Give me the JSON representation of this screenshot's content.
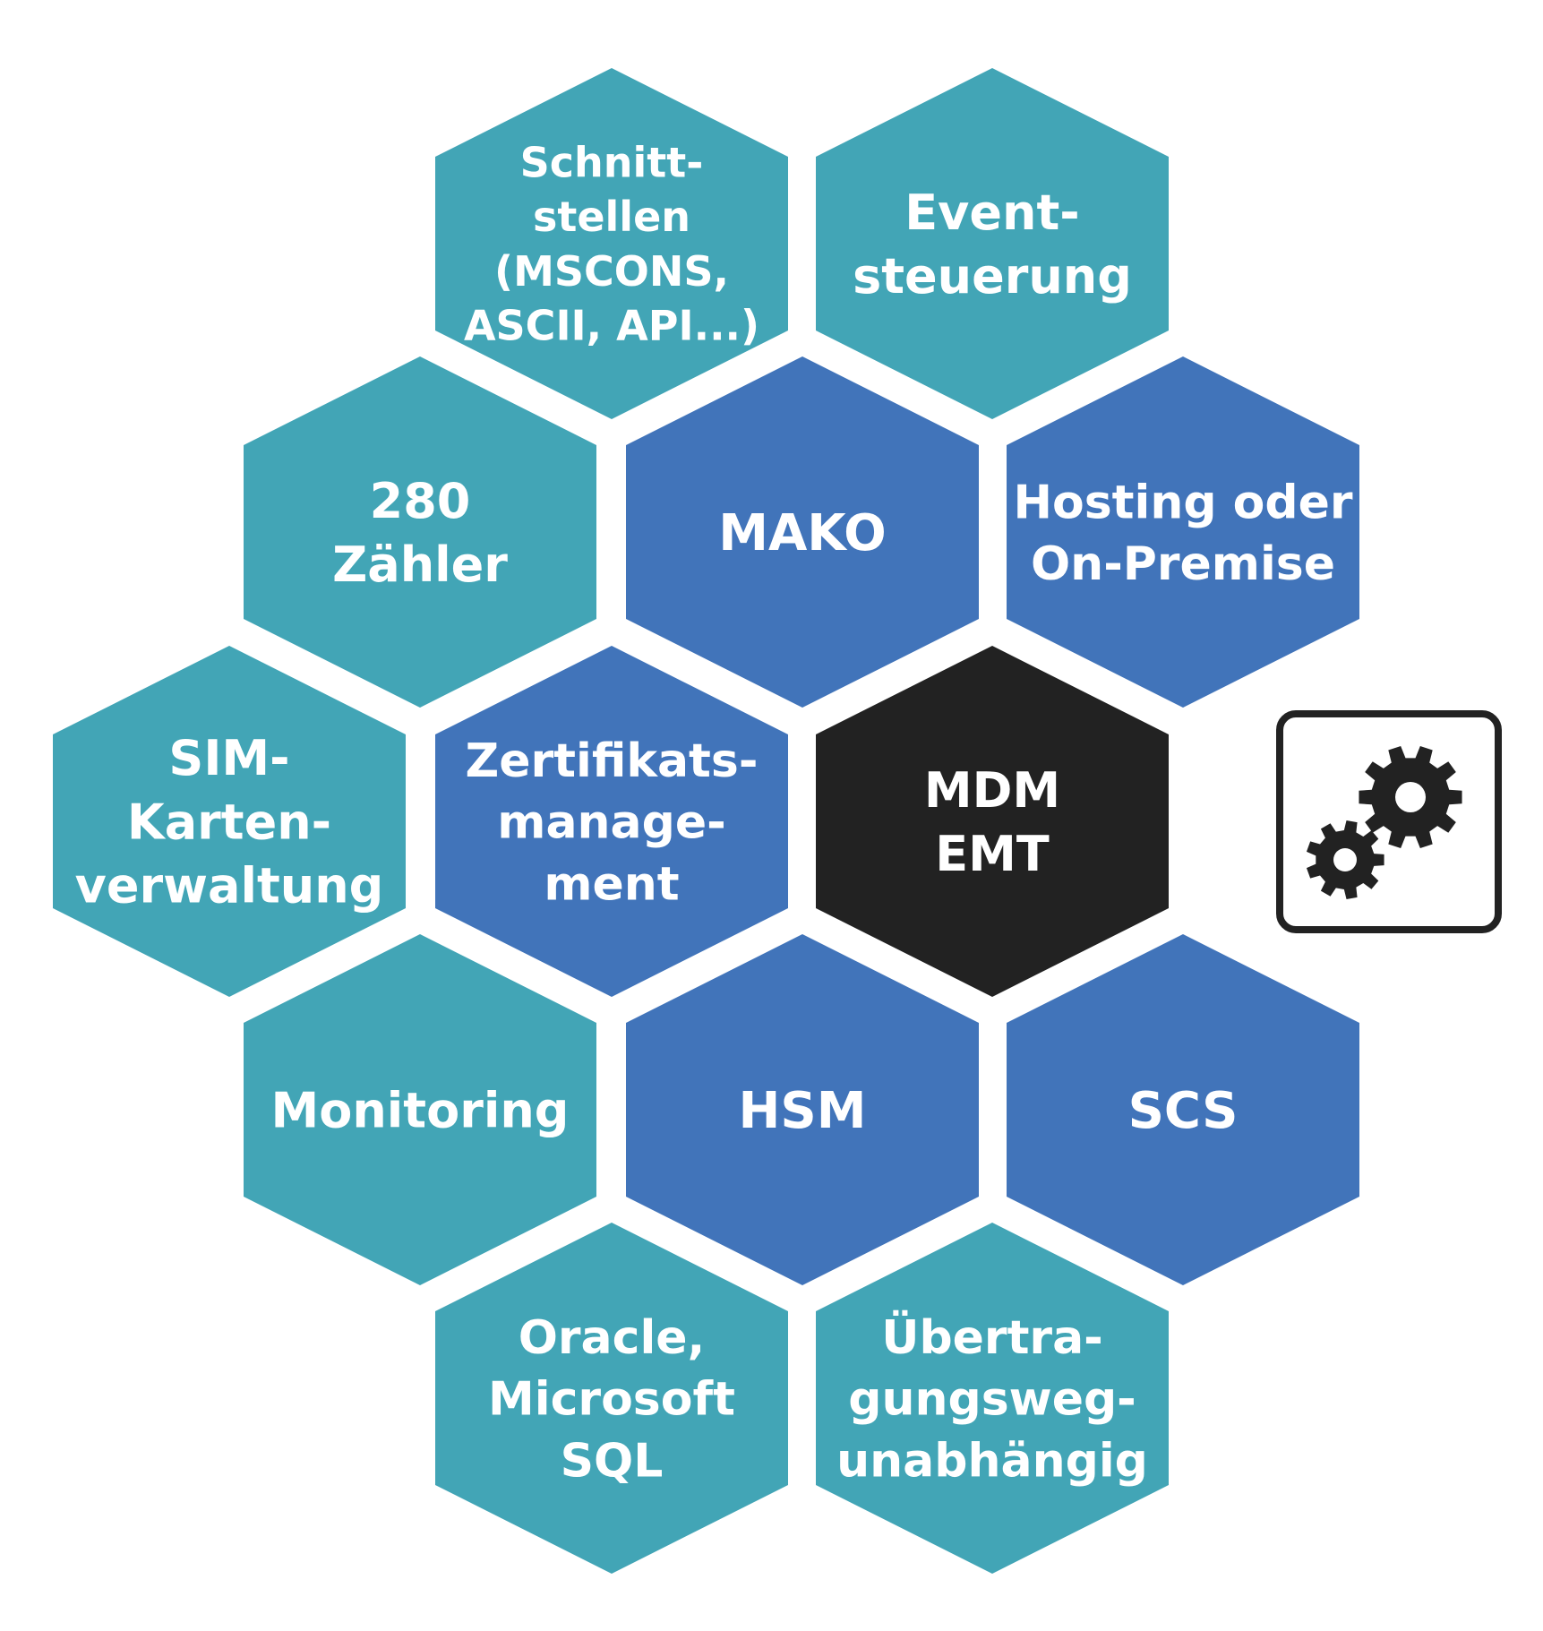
{
  "colors": {
    "teal": "#42A5B6",
    "blue": "#4174BA",
    "center": "#222222",
    "text": "#ffffff",
    "icon_stroke": "#222222"
  },
  "hexagons": [
    {
      "id": "schnittstellen",
      "color": "teal",
      "lines": [
        "Schnitt-",
        "stellen",
        "(MSCONS,",
        "ASCII, API...)"
      ]
    },
    {
      "id": "eventsteuerung",
      "color": "teal",
      "lines": [
        "Event-",
        "steuerung"
      ]
    },
    {
      "id": "zaehler",
      "color": "teal",
      "lines": [
        "280",
        "Zähler"
      ]
    },
    {
      "id": "mako",
      "color": "blue",
      "lines": [
        "MAKO"
      ]
    },
    {
      "id": "hosting",
      "color": "blue",
      "lines": [
        "Hosting oder",
        "On-Premise"
      ]
    },
    {
      "id": "sim",
      "color": "teal",
      "lines": [
        "SIM-",
        "Karten-",
        "verwaltung"
      ]
    },
    {
      "id": "zertifikat",
      "color": "blue",
      "lines": [
        "Zertifikats-",
        "manage-",
        "ment"
      ]
    },
    {
      "id": "mdm",
      "color": "center",
      "lines": [
        "MDM",
        "EMT"
      ]
    },
    {
      "id": "monitoring",
      "color": "teal",
      "lines": [
        "Monitoring"
      ]
    },
    {
      "id": "hsm",
      "color": "blue",
      "lines": [
        "HSM"
      ]
    },
    {
      "id": "scs",
      "color": "blue",
      "lines": [
        "SCS"
      ]
    },
    {
      "id": "datenbank",
      "color": "teal",
      "lines": [
        "Oracle,",
        "Microsoft",
        "SQL"
      ]
    },
    {
      "id": "uebertragung",
      "color": "teal",
      "lines": [
        "Übertra-",
        "gungsweg-",
        "unabhängig"
      ]
    }
  ],
  "icon": {
    "name": "gears-icon"
  }
}
